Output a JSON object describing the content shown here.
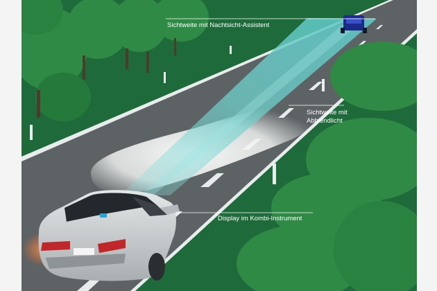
{
  "labels": {
    "night_vision_range": "Sichtweite mit Nachtsicht-Assistent",
    "low_beam_range_line1": "Sichtweite mit",
    "low_beam_range_line2": "Abblendlicht",
    "display": "Display im Kombi-Instrument"
  },
  "colors": {
    "grass": "#1f6a3a",
    "road": "#5d6264",
    "beam_cyan": "#7fd8d6",
    "low_beam": "#e9ecea",
    "car_body": "#c8cccd"
  }
}
